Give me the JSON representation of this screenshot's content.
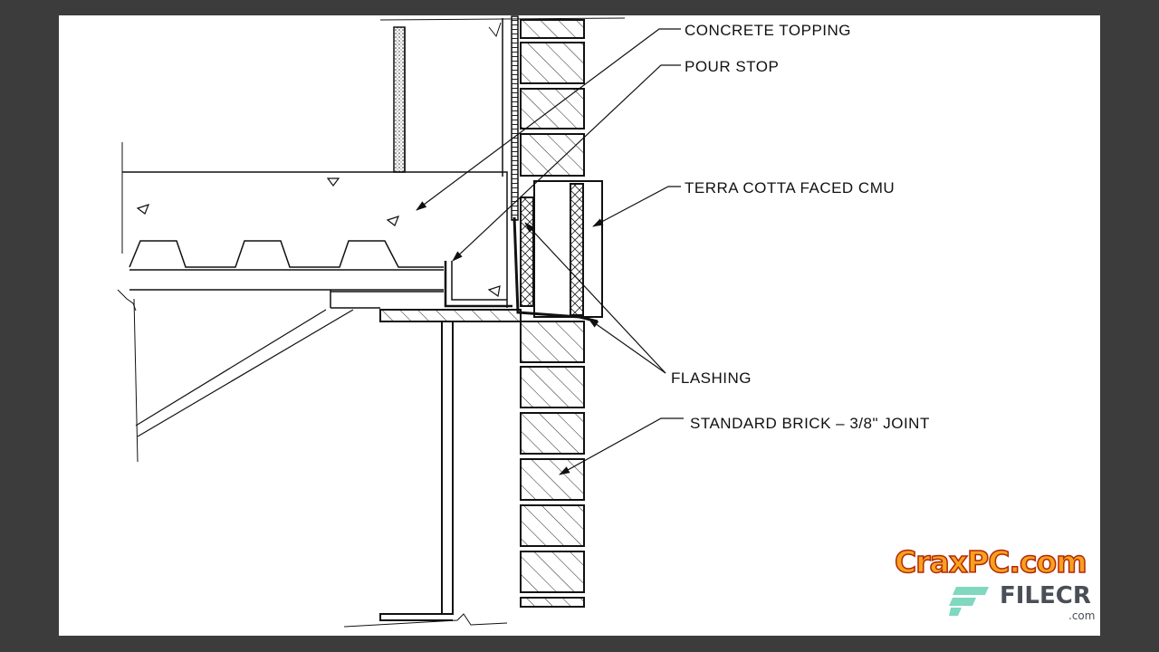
{
  "drawing": {
    "labels": {
      "concrete_topping": "CONCRETE TOPPING",
      "pour_stop": "POUR STOP",
      "terra_cotta": "TERRA COTTA FACED CMU",
      "flashing": "FLASHING",
      "standard_brick": "STANDARD BRICK – 3/8\" JOINT"
    }
  },
  "watermark": {
    "craxpc": "CraxPC.com",
    "filecr": "FILECR",
    "filecr_com": ".com",
    "colors": {
      "flame": "#f7a21b",
      "filecr_text": "#4a4f57",
      "filecr_logo": "#7fd8bf"
    }
  }
}
